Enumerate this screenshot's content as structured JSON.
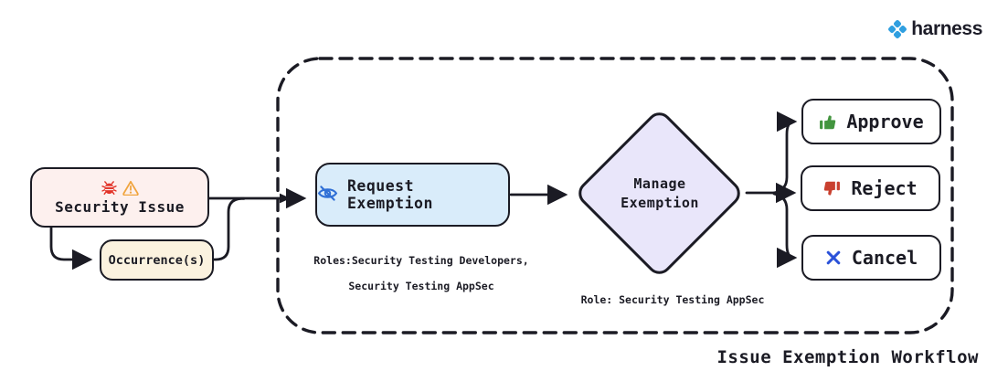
{
  "logo": {
    "brand": "harness",
    "icon": "harness-diamond-icon"
  },
  "diagram": {
    "title": "Issue Exemption Workflow",
    "boundary": "dashed rounded rectangle",
    "nodes": {
      "security_issue": {
        "label": "Security Issue",
        "icons": [
          "bug-icon",
          "warning-triangle-icon"
        ]
      },
      "occurrence": {
        "label": "Occurrence(s)"
      },
      "request_exemption": {
        "label": "Request Exemption",
        "icon": "eye-off-icon",
        "caption_lines": [
          "Roles:Security Testing Developers,",
          "Security Testing AppSec"
        ]
      },
      "manage_exemption": {
        "lines": [
          "Manage",
          "Exemption"
        ],
        "caption": "Role: Security Testing AppSec"
      },
      "approve": {
        "label": "Approve",
        "icon": "thumbs-up-icon"
      },
      "reject": {
        "label": "Reject",
        "icon": "thumbs-down-icon"
      },
      "cancel": {
        "label": "Cancel",
        "icon": "x-icon"
      }
    },
    "edges": [
      "security_issue -> request_exemption",
      "security_issue -> occurrence",
      "occurrence -> request_exemption",
      "request_exemption -> manage_exemption",
      "manage_exemption -> approve",
      "manage_exemption -> reject",
      "manage_exemption -> cancel"
    ]
  },
  "colors": {
    "ink": "#1b1b24",
    "security_issue_bg": "#fdf0ee",
    "occurrence_bg": "#fbf2df",
    "request_exemption_bg": "#d9ecfa",
    "manage_exemption_bg": "#e9e6fa",
    "action_bg": "#ffffff",
    "approve_icon": "#43953f",
    "reject_icon": "#c9402f",
    "cancel_icon": "#2b52d9",
    "eye_icon": "#2f6fd6",
    "bug_icon": "#e23429",
    "warning_icon": "#f0a43e",
    "harness_blue": "#2f9fe0"
  }
}
